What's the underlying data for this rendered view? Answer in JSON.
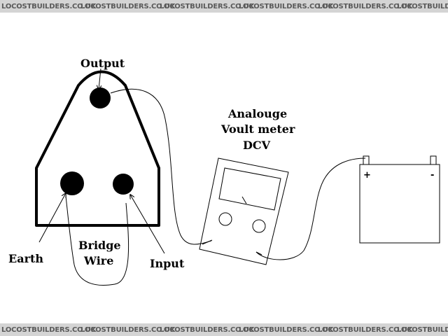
{
  "watermark": "LOCOSTBUILDERS.CO.UK",
  "labels": {
    "output": "Output",
    "meter_line1": "Analouge",
    "meter_line2": "Voult meter",
    "meter_line3": "DCV",
    "earth": "Earth",
    "bridge_line1": "Bridge",
    "bridge_line2": "Wire",
    "input": "Input",
    "battery_plus": "+",
    "battery_minus": "-"
  }
}
